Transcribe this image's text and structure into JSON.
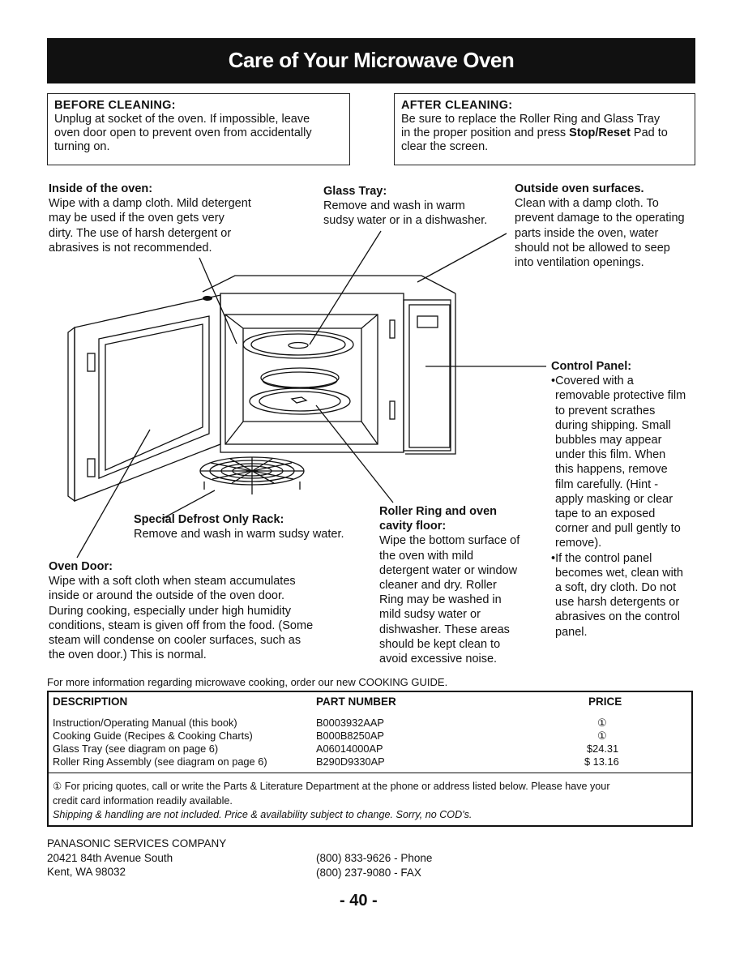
{
  "title": "Care of Your Microwave Oven",
  "before": {
    "heading": "BEFORE CLEANING:",
    "lines": [
      "Unplug at socket of the oven. If impossible, leave",
      "oven door open to prevent oven from accidentally",
      "turning on."
    ]
  },
  "after": {
    "heading": "AFTER CLEANING:",
    "line1": "Be sure to replace the Roller Ring and Glass Tray",
    "line2": "in the proper position and press ",
    "line2_bold": "Stop/Reset",
    "line2_end": " Pad to",
    "line3": "clear the screen."
  },
  "inside": {
    "heading": "Inside of the oven:",
    "lines": [
      "Wipe with a damp cloth. Mild detergent",
      "may be used if the oven gets very",
      "dirty. The use of harsh detergent or",
      "abrasives is not recommended."
    ]
  },
  "glass_tray": {
    "heading": "Glass Tray:",
    "lines": [
      "Remove and wash in warm",
      "sudsy water or in a dishwasher."
    ]
  },
  "outside": {
    "heading": "Outside oven surfaces.",
    "lines": [
      "Clean with a damp cloth. To",
      "prevent damage to the operating",
      "parts inside the oven, water",
      "should not be allowed to seep",
      "into ventilation openings."
    ]
  },
  "control_panel": {
    "heading": "Control Panel:",
    "lines": [
      "•Covered with a",
      "removable protective film",
      "to prevent scrathes",
      "during shipping.  Small",
      "bubbles may appear",
      "under this film.  When",
      "this happens, remove",
      "film carefully. (Hint -",
      "apply masking or clear",
      "tape to an exposed",
      "corner and pull gently to",
      "remove).",
      "•If the control panel",
      "becomes wet, clean with",
      "a soft, dry cloth. Do not",
      "use harsh detergents or",
      "abrasives on the control",
      "panel."
    ]
  },
  "rack": {
    "heading": "Special Defrost Only Rack:",
    "text": "Remove and wash in warm sudsy water."
  },
  "roller": {
    "heading_lines": [
      "Roller Ring and oven",
      "cavity floor:"
    ],
    "lines": [
      "Wipe the bottom surface of",
      "the oven with mild",
      "detergent water or window",
      "cleaner and dry. Roller",
      "Ring may be washed in",
      "mild sudsy water or",
      "dishwasher. These areas",
      "should be kept clean to",
      "avoid excessive noise."
    ]
  },
  "door": {
    "heading": "Oven Door:",
    "lines": [
      "Wipe with a soft cloth when steam accumulates",
      "inside or around the outside of the oven door.",
      "During cooking, especially under high humidity",
      "conditions, steam is given off from the food. (Some",
      "steam will condense on cooler surfaces, such as",
      "the oven door.) This is normal."
    ]
  },
  "more_info": "For more information regarding microwave cooking, order our new COOKING GUIDE.",
  "parts_table": {
    "headers": [
      "DESCRIPTION",
      "PART NUMBER",
      "PRICE"
    ],
    "rows": [
      {
        "desc": "Instruction/Operating Manual (this book)",
        "part": "B0003932AAP",
        "price": "①"
      },
      {
        "desc": "Cooking Guide (Recipes & Cooking Charts)",
        "part": "B000B8250AP",
        "price": "①"
      },
      {
        "desc": "Glass Tray (see diagram on page 6)",
        "part": "A06014000AP",
        "price": "$24.31"
      },
      {
        "desc": "Roller Ring Assembly (see diagram on page 6)",
        "part": "B290D9330AP",
        "price": "$ 13.16"
      }
    ],
    "note_line1": "①  For pricing quotes, call or write the Parts & Literature Department at the phone or address listed below. Please have your",
    "note_line2": "credit card information readily available.",
    "note_italic": "Shipping & handling are not included. Price & availability subject to change. Sorry, no COD's."
  },
  "company": {
    "name": "PANASONIC SERVICES COMPANY",
    "street": "20421 84th Avenue South",
    "city": "Kent, WA  98032",
    "phone": "(800) 833-9626 - Phone",
    "fax": "(800) 237-9080 - FAX"
  },
  "page_number": "- 40 -"
}
